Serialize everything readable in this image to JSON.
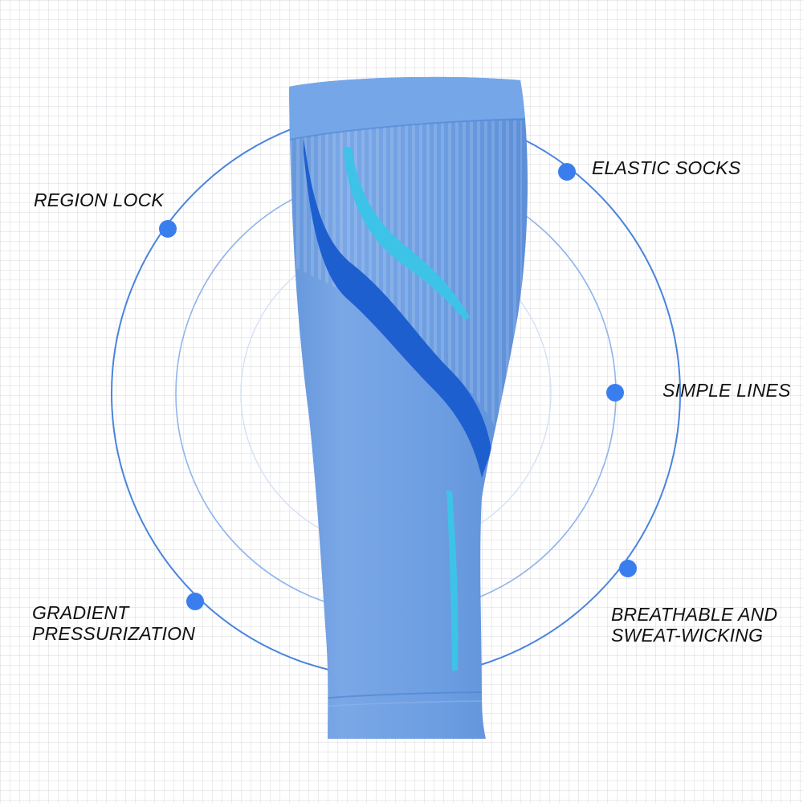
{
  "features": [
    {
      "id": "region-lock",
      "lines": [
        "REGION LOCK"
      ]
    },
    {
      "id": "elastic-socks",
      "lines": [
        "ELASTIC SOCKS"
      ]
    },
    {
      "id": "simple-lines",
      "lines": [
        "SIMPLE LINES"
      ]
    },
    {
      "id": "gradient-pressurization",
      "lines": [
        "GRADIENT",
        "PRESSURIZATION"
      ]
    },
    {
      "id": "breathable",
      "lines": [
        "BREATHABLE AND",
        "SWEAT-WICKING"
      ]
    }
  ],
  "colors": {
    "ring": "#4a84dc",
    "dot": "#3a7eee",
    "sleeve": "#6b9de0",
    "sleeve_stripe_dark": "#1e5fd0",
    "sleeve_stripe_cyan": "#3ec3e8",
    "grid": "#e4e4e8"
  }
}
